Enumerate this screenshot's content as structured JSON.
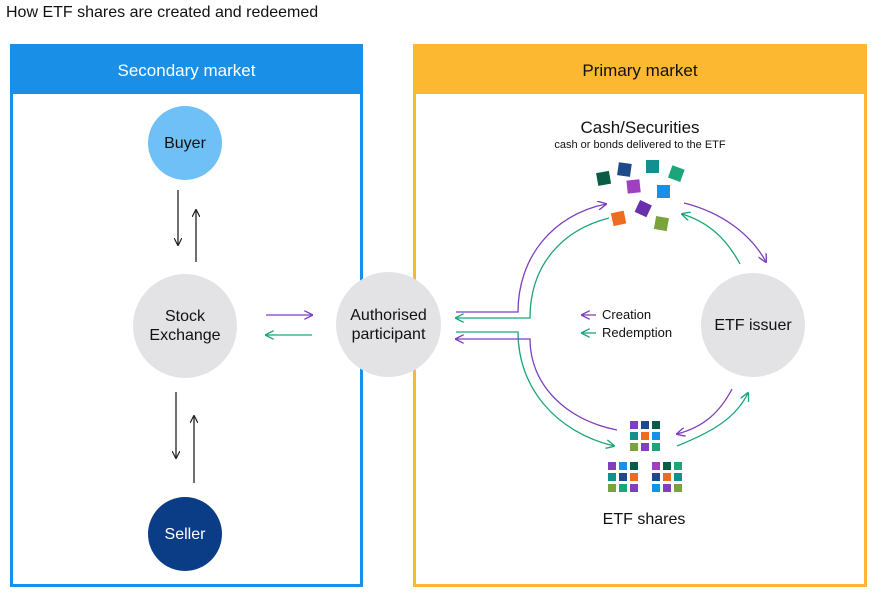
{
  "title": "How ETF shares are created and redeemed",
  "secondary": {
    "header": "Secondary market"
  },
  "primary": {
    "header": "Primary market"
  },
  "nodes": {
    "buyer": "Buyer",
    "stock_exchange": [
      "Stock",
      "Exchange"
    ],
    "seller": "Seller",
    "authorised_participant": [
      "Authorised",
      "participant"
    ],
    "etf_issuer": "ETF issuer"
  },
  "cash_securities": {
    "title": "Cash/Securities",
    "subtitle": "cash or bonds delivered to the ETF"
  },
  "etf_shares": "ETF shares",
  "legend": {
    "creation": "Creation",
    "redemption": "Redemption",
    "creation_color": "#7f3fbf",
    "redemption_color": "#1aa67a"
  },
  "colors": {
    "secondary": "#1a8fe8",
    "primary": "#fbb830",
    "buyer": "#6ec0f7",
    "seller": "#0b3d87",
    "node_grey": "#e3e3e5"
  }
}
